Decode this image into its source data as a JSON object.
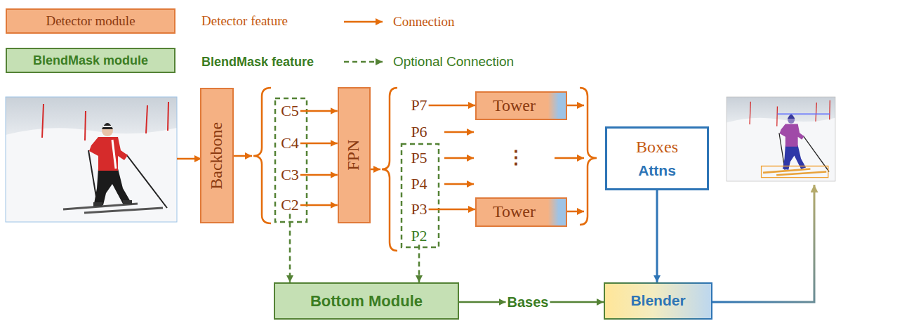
{
  "diagram": {
    "nodes": [
      {
        "text": [
          "Backbone"
        ]
      },
      {
        "text": [
          "C5"
        ]
      },
      {
        "text": [
          "C4"
        ]
      },
      {
        "text": [
          "C3"
        ]
      },
      {
        "text": [
          "C2"
        ]
      },
      {
        "text": [
          "FPN"
        ]
      },
      {
        "text": [
          "P7"
        ]
      },
      {
        "text": [
          "P6"
        ]
      },
      {
        "text": [
          "P5"
        ]
      },
      {
        "text": [
          "P4"
        ]
      },
      {
        "text": [
          "P3"
        ]
      },
      {
        "text": [
          "P2"
        ]
      },
      {
        "text": [
          "Tower"
        ]
      },
      {
        "text": [
          "Tower"
        ]
      },
      {
        "text": [
          "Boxes",
          "Attns"
        ]
      },
      {
        "text": [
          "Bottom Module"
        ]
      },
      {
        "text": [
          "Bases"
        ]
      },
      {
        "text": [
          "Blender"
        ]
      }
    ],
    "edges": [
      {
        "from": 1,
        "to": 5,
        "arrow": "to"
      },
      {
        "from": 2,
        "to": 5,
        "arrow": "to"
      },
      {
        "from": 3,
        "to": 5,
        "arrow": "to"
      },
      {
        "from": 4,
        "to": 5,
        "arrow": "to"
      },
      {
        "from": 6,
        "to": 12,
        "arrow": "to"
      },
      {
        "from": 10,
        "to": 13,
        "arrow": "to"
      },
      {
        "from": 4,
        "to": 15,
        "arrow": "to"
      },
      {
        "from": 11,
        "to": 15,
        "arrow": "to"
      },
      {
        "from": 14,
        "to": 17,
        "arrow": "to"
      },
      {
        "from": 15,
        "to": 16,
        "arrow": "to"
      },
      {
        "from": 16,
        "to": 17,
        "arrow": "to"
      }
    ],
    "labels": [
      "⋮"
    ],
    "legend": [
      {
        "text": "Detector module",
        "color": "#f5b183"
      },
      {
        "text": "Detector feature"
      },
      {
        "text": "Connection"
      },
      {
        "text": "BlendMask module",
        "color": "#c5e0b4"
      },
      {
        "text": "BlendMask feature"
      },
      {
        "text": "Optional Connection"
      }
    ]
  }
}
